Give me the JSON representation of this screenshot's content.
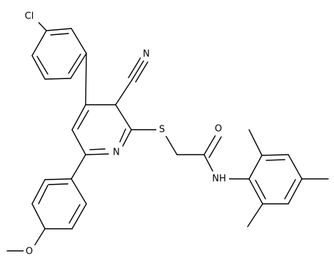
{
  "colors": {
    "bond": "#000000",
    "label": "#000000",
    "background": "#ffffff"
  },
  "atoms": {
    "Cl": "Cl",
    "N_nitrile": "N",
    "S": "S",
    "O_carbonyl": "O",
    "N_amide": "NH",
    "N_pyridine": "N",
    "O_methoxy": "O"
  }
}
